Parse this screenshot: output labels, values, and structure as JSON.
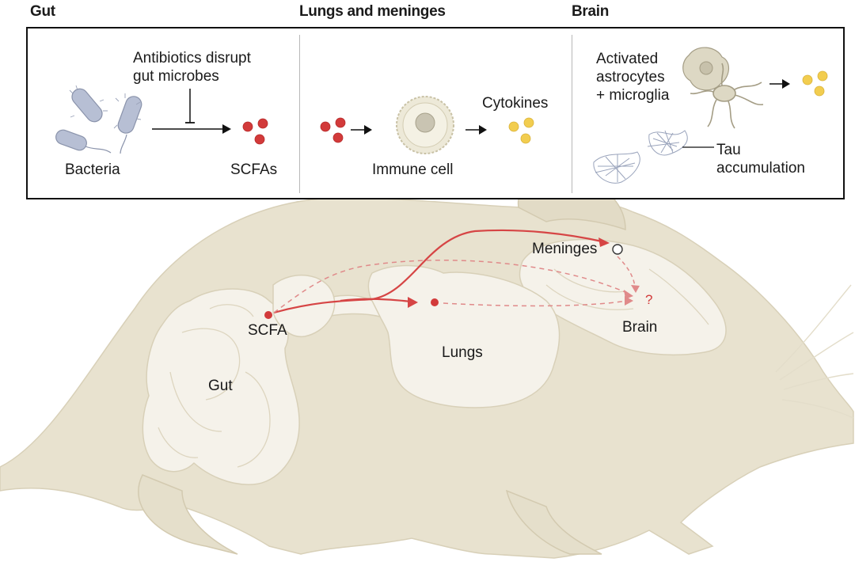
{
  "sections": {
    "gut": "Gut",
    "lungs_meninges": "Lungs and meninges",
    "brain": "Brain"
  },
  "panel": {
    "antibiotics": [
      "Antibiotics disrupt",
      "gut microbes"
    ],
    "bacteria": "Bacteria",
    "scfas": "SCFAs",
    "immune_cell": "Immune cell",
    "cytokines": "Cytokines",
    "activated": [
      "Activated",
      "astrocytes",
      "+ microglia"
    ],
    "tau": [
      "Tau",
      "accumulation"
    ]
  },
  "mouse": {
    "meninges": "Meninges",
    "question": "?",
    "brain": "Brain",
    "scfa": "SCFA",
    "lungs": "Lungs",
    "gut": "Gut"
  },
  "colors": {
    "scfa_red": "#d23a3a",
    "cytokine_yellow": "#f2cd4f",
    "mouse_body": "#e8e2cf",
    "organ_fill": "#f5f2ea",
    "bacteria": "#b7bfd4",
    "pathway_red": "#d64545"
  }
}
